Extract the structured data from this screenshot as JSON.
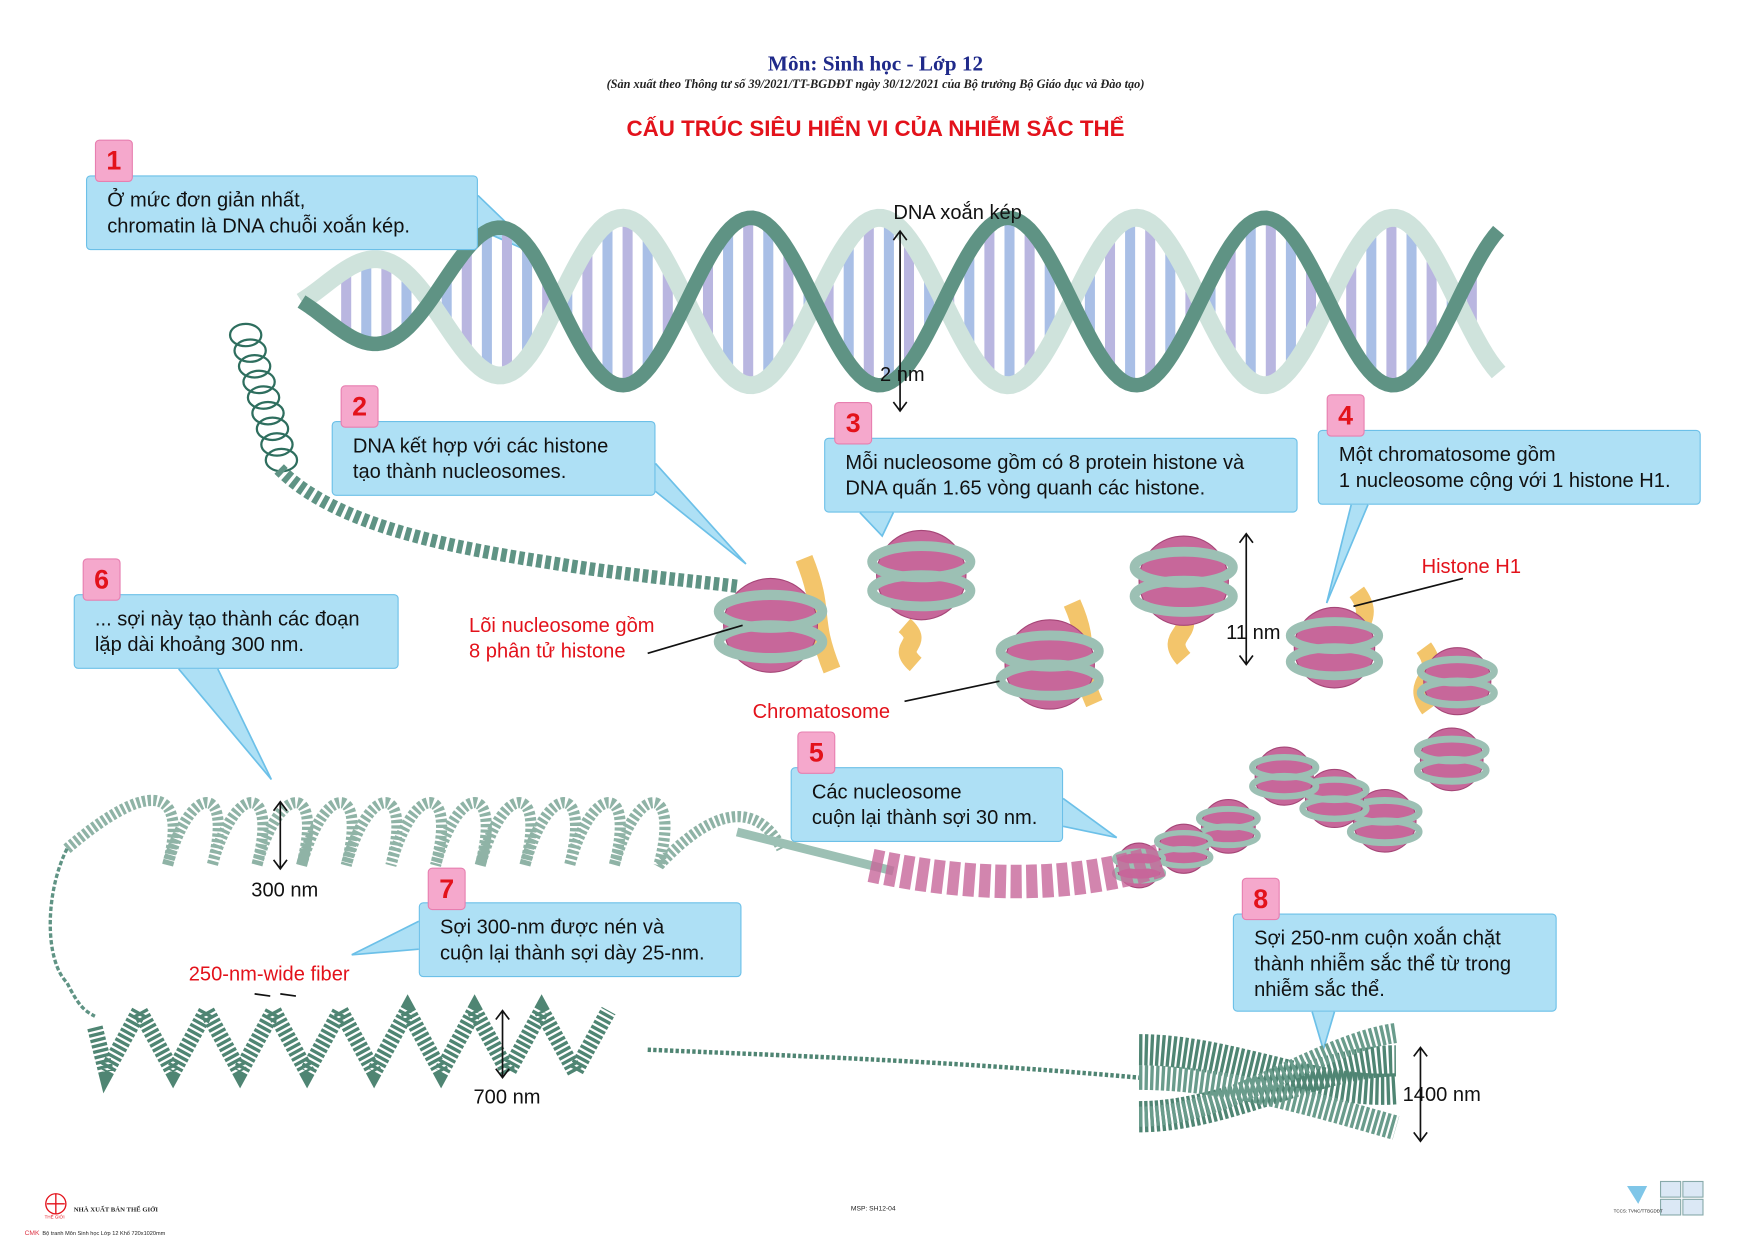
{
  "header": {
    "subject": "Môn: Sinh học - Lớp 12",
    "decree": "(Sản xuất theo Thông tư số 39/2021/TT-BGDĐT ngày 30/12/2021 của Bộ trưởng Bộ Giáo dục và Đào tạo)",
    "title": "CẤU TRÚC SIÊU HIỂN VI CỦA NHIỄM SẮC THỂ"
  },
  "callouts": [
    {
      "number": "1",
      "line1": "Ở mức đơn giản nhất,",
      "line2": "chromatin là DNA chuỗi xoắn kép."
    },
    {
      "number": "2",
      "line1": "DNA kết hợp với các histone",
      "line2": "tạo thành nucleosomes."
    },
    {
      "number": "3",
      "line1": "Mỗi nucleosome gồm có 8 protein histone và",
      "line2": "DNA quấn 1.65 vòng quanh các histone."
    },
    {
      "number": "4",
      "line1": "Một chromatosome gồm",
      "line2": "1 nucleosome cộng với 1 histone H1."
    },
    {
      "number": "5",
      "line1": "Các nucleosome",
      "line2": "cuộn lại thành sợi 30 nm."
    },
    {
      "number": "6",
      "line1": "... sợi này tạo thành các đoạn",
      "line2": "lặp dài khoảng 300 nm."
    },
    {
      "number": "7",
      "line1": "Sợi 300-nm được nén và",
      "line2": "cuộn lại thành sợi dày 25-nm."
    },
    {
      "number": "8",
      "line1": "Sợi 250-nm cuộn xoắn chặt",
      "line2": "thành nhiễm sắc thể từ trong",
      "line3": "nhiễm sắc thể."
    }
  ],
  "labels": {
    "dna_double_helix": "DNA xoắn kép",
    "two_nm": "2 nm",
    "eleven_nm": "11 nm",
    "histone_h1": "Histone H1",
    "nucleosome_core_1": "Lõi nucleosome gồm",
    "nucleosome_core_2": "8 phân tử histone",
    "chromatosome": "Chromatosome",
    "three_hundred_nm": "300 nm",
    "fiber_250": "250-nm-wide fiber",
    "seven_hundred_nm": "700 nm",
    "fourteen_hundred_nm": "1400 nm"
  },
  "footer": {
    "publisher_logo_text": "THẾ GIỚI",
    "publisher": "NHÀ XUẤT BẢN THẾ GIỚI",
    "msp": "MSP: SH12-04",
    "print_info": "Bộ tranh Môn Sinh học Lớp 12 Khổ 720x1020mm",
    "cmyk": "CMK",
    "company_code": "TCCS: TVNC/TTBGDĐT"
  },
  "colors": {
    "callout_fill": "#aee0f5",
    "badge_fill": "#f5a8cc",
    "title_red": "#e3121b",
    "subject_blue": "#1f2a8a",
    "strand_dark": "#5f9384",
    "strand_light": "#cfe3dc",
    "histone_pink": "#c7679a",
    "h1_yellow": "#f3c56b"
  }
}
